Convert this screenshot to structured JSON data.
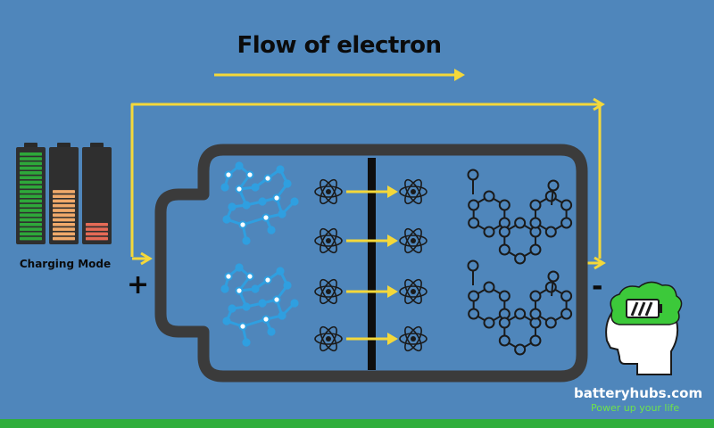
{
  "title": "Flow of electron",
  "mode_label": "Charging Mode",
  "terminals": {
    "positive": "+",
    "negative": "-"
  },
  "brand": {
    "name": "batteryhubs.com",
    "tagline": "Power up your life"
  },
  "battery_indicators": [
    {
      "name": "full",
      "level": 1.0,
      "color": "#2ea83a"
    },
    {
      "name": "half",
      "level": 0.6,
      "color": "#f0a96a"
    },
    {
      "name": "low",
      "level": 0.2,
      "color": "#e56a56"
    }
  ],
  "colors": {
    "background": "#4f86bb",
    "wire": "#f4d83a",
    "battery_outline": "#3b3b3b",
    "separator": "#0e0e0e",
    "ion": "#2f9fe0",
    "electron_dot": "#ffffff",
    "ground": "#2fae3c"
  },
  "icons": [
    "atom-icon",
    "graphite-lattice-icon",
    "lithium-oxide-molecule-icon",
    "battery-head-logo-icon"
  ]
}
